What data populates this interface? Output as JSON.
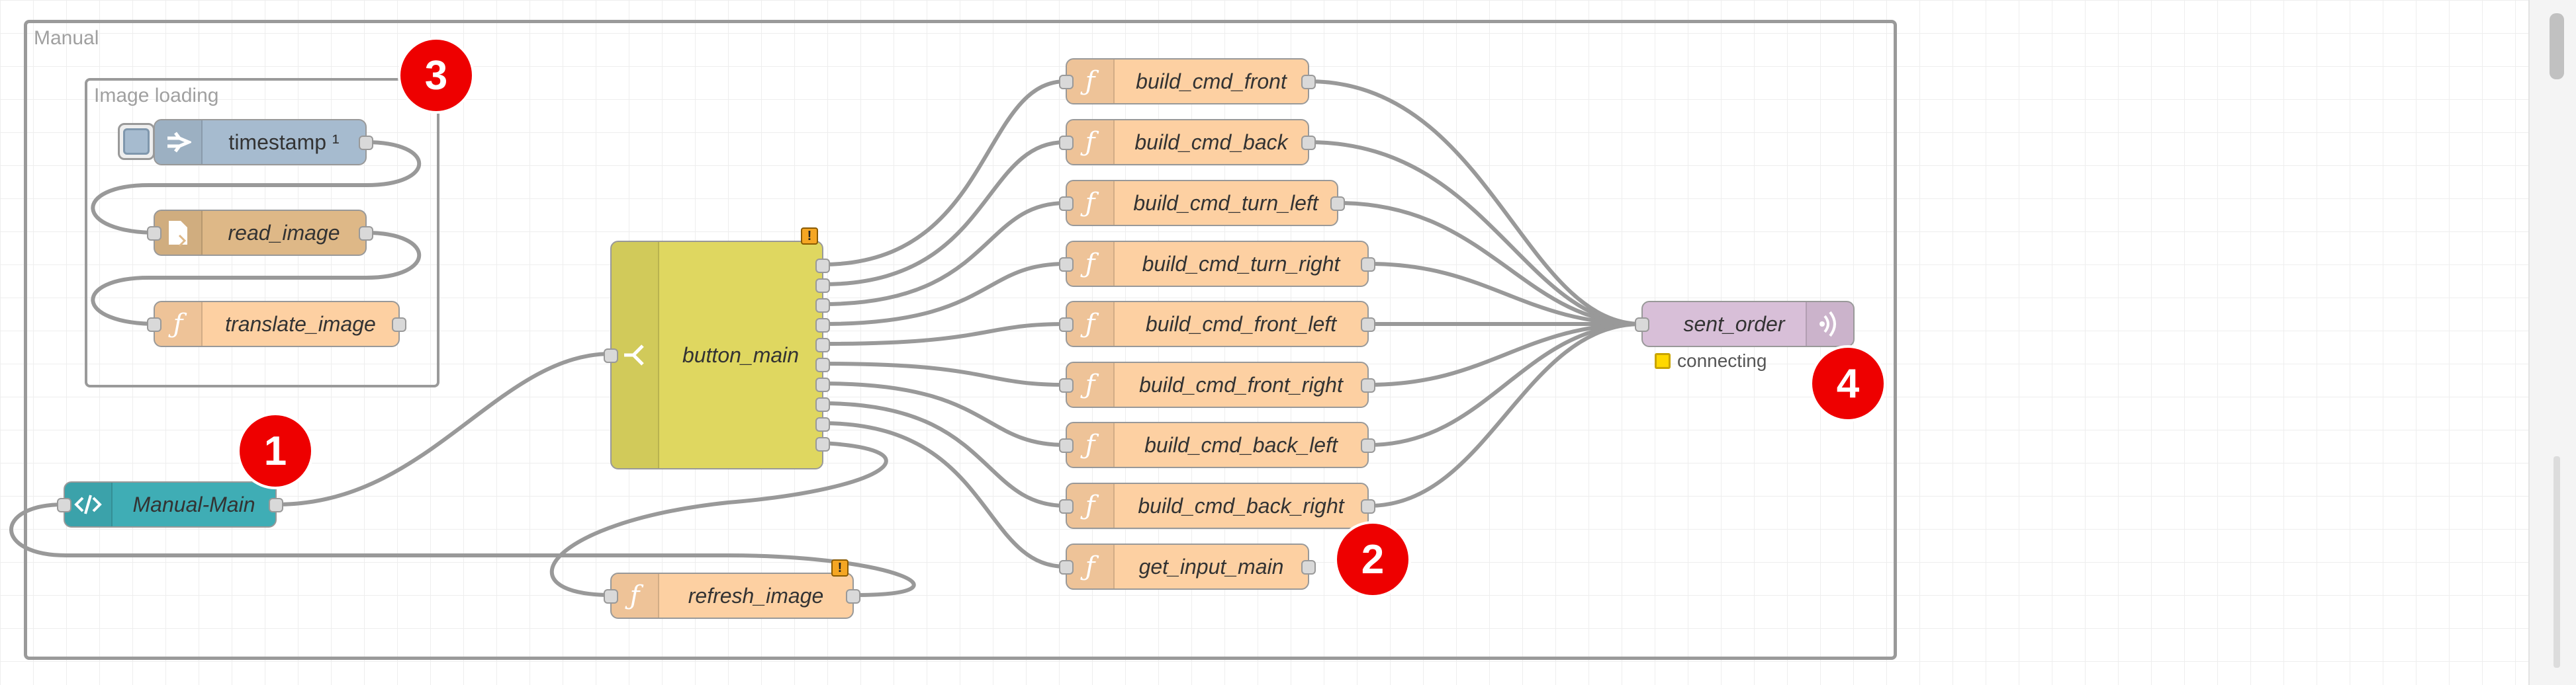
{
  "groups": {
    "manual": "Manual",
    "image_loading": "Image loading"
  },
  "nodes": {
    "timestamp": "timestamp ¹",
    "read_image": "read_image",
    "translate_image": "translate_image",
    "button_main": "button_main",
    "manual_main": "Manual-Main",
    "refresh_image": "refresh_image",
    "build_cmd_front": "build_cmd_front",
    "build_cmd_back": "build_cmd_back",
    "build_cmd_turn_left": "build_cmd_turn_left",
    "build_cmd_turn_right": "build_cmd_turn_right",
    "build_cmd_front_left": "build_cmd_front_left",
    "build_cmd_front_right": "build_cmd_front_right",
    "build_cmd_back_left": "build_cmd_back_left",
    "build_cmd_back_right": "build_cmd_back_right",
    "get_input_main": "get_input_main",
    "sent_order": "sent_order"
  },
  "status": {
    "sent_order": "connecting"
  },
  "badges": {
    "b1": "1",
    "b2": "2",
    "b3": "3",
    "b4": "4"
  },
  "warnings": {
    "button_main": "!",
    "refresh_image": "!"
  },
  "colors": {
    "function": "#fdd0a2",
    "inject": "#a6bbcf",
    "file": "#deb887",
    "switch": "#dfd760",
    "template": "#3fadb5",
    "output": "#d8bfd8",
    "badge": "#ee0000",
    "wire": "#999999"
  },
  "icons": {
    "function": "function-icon",
    "inject": "arrow-in-icon",
    "file": "file-icon",
    "switch": "switch-icon",
    "template": "code-icon",
    "output": "broadcast-icon"
  }
}
